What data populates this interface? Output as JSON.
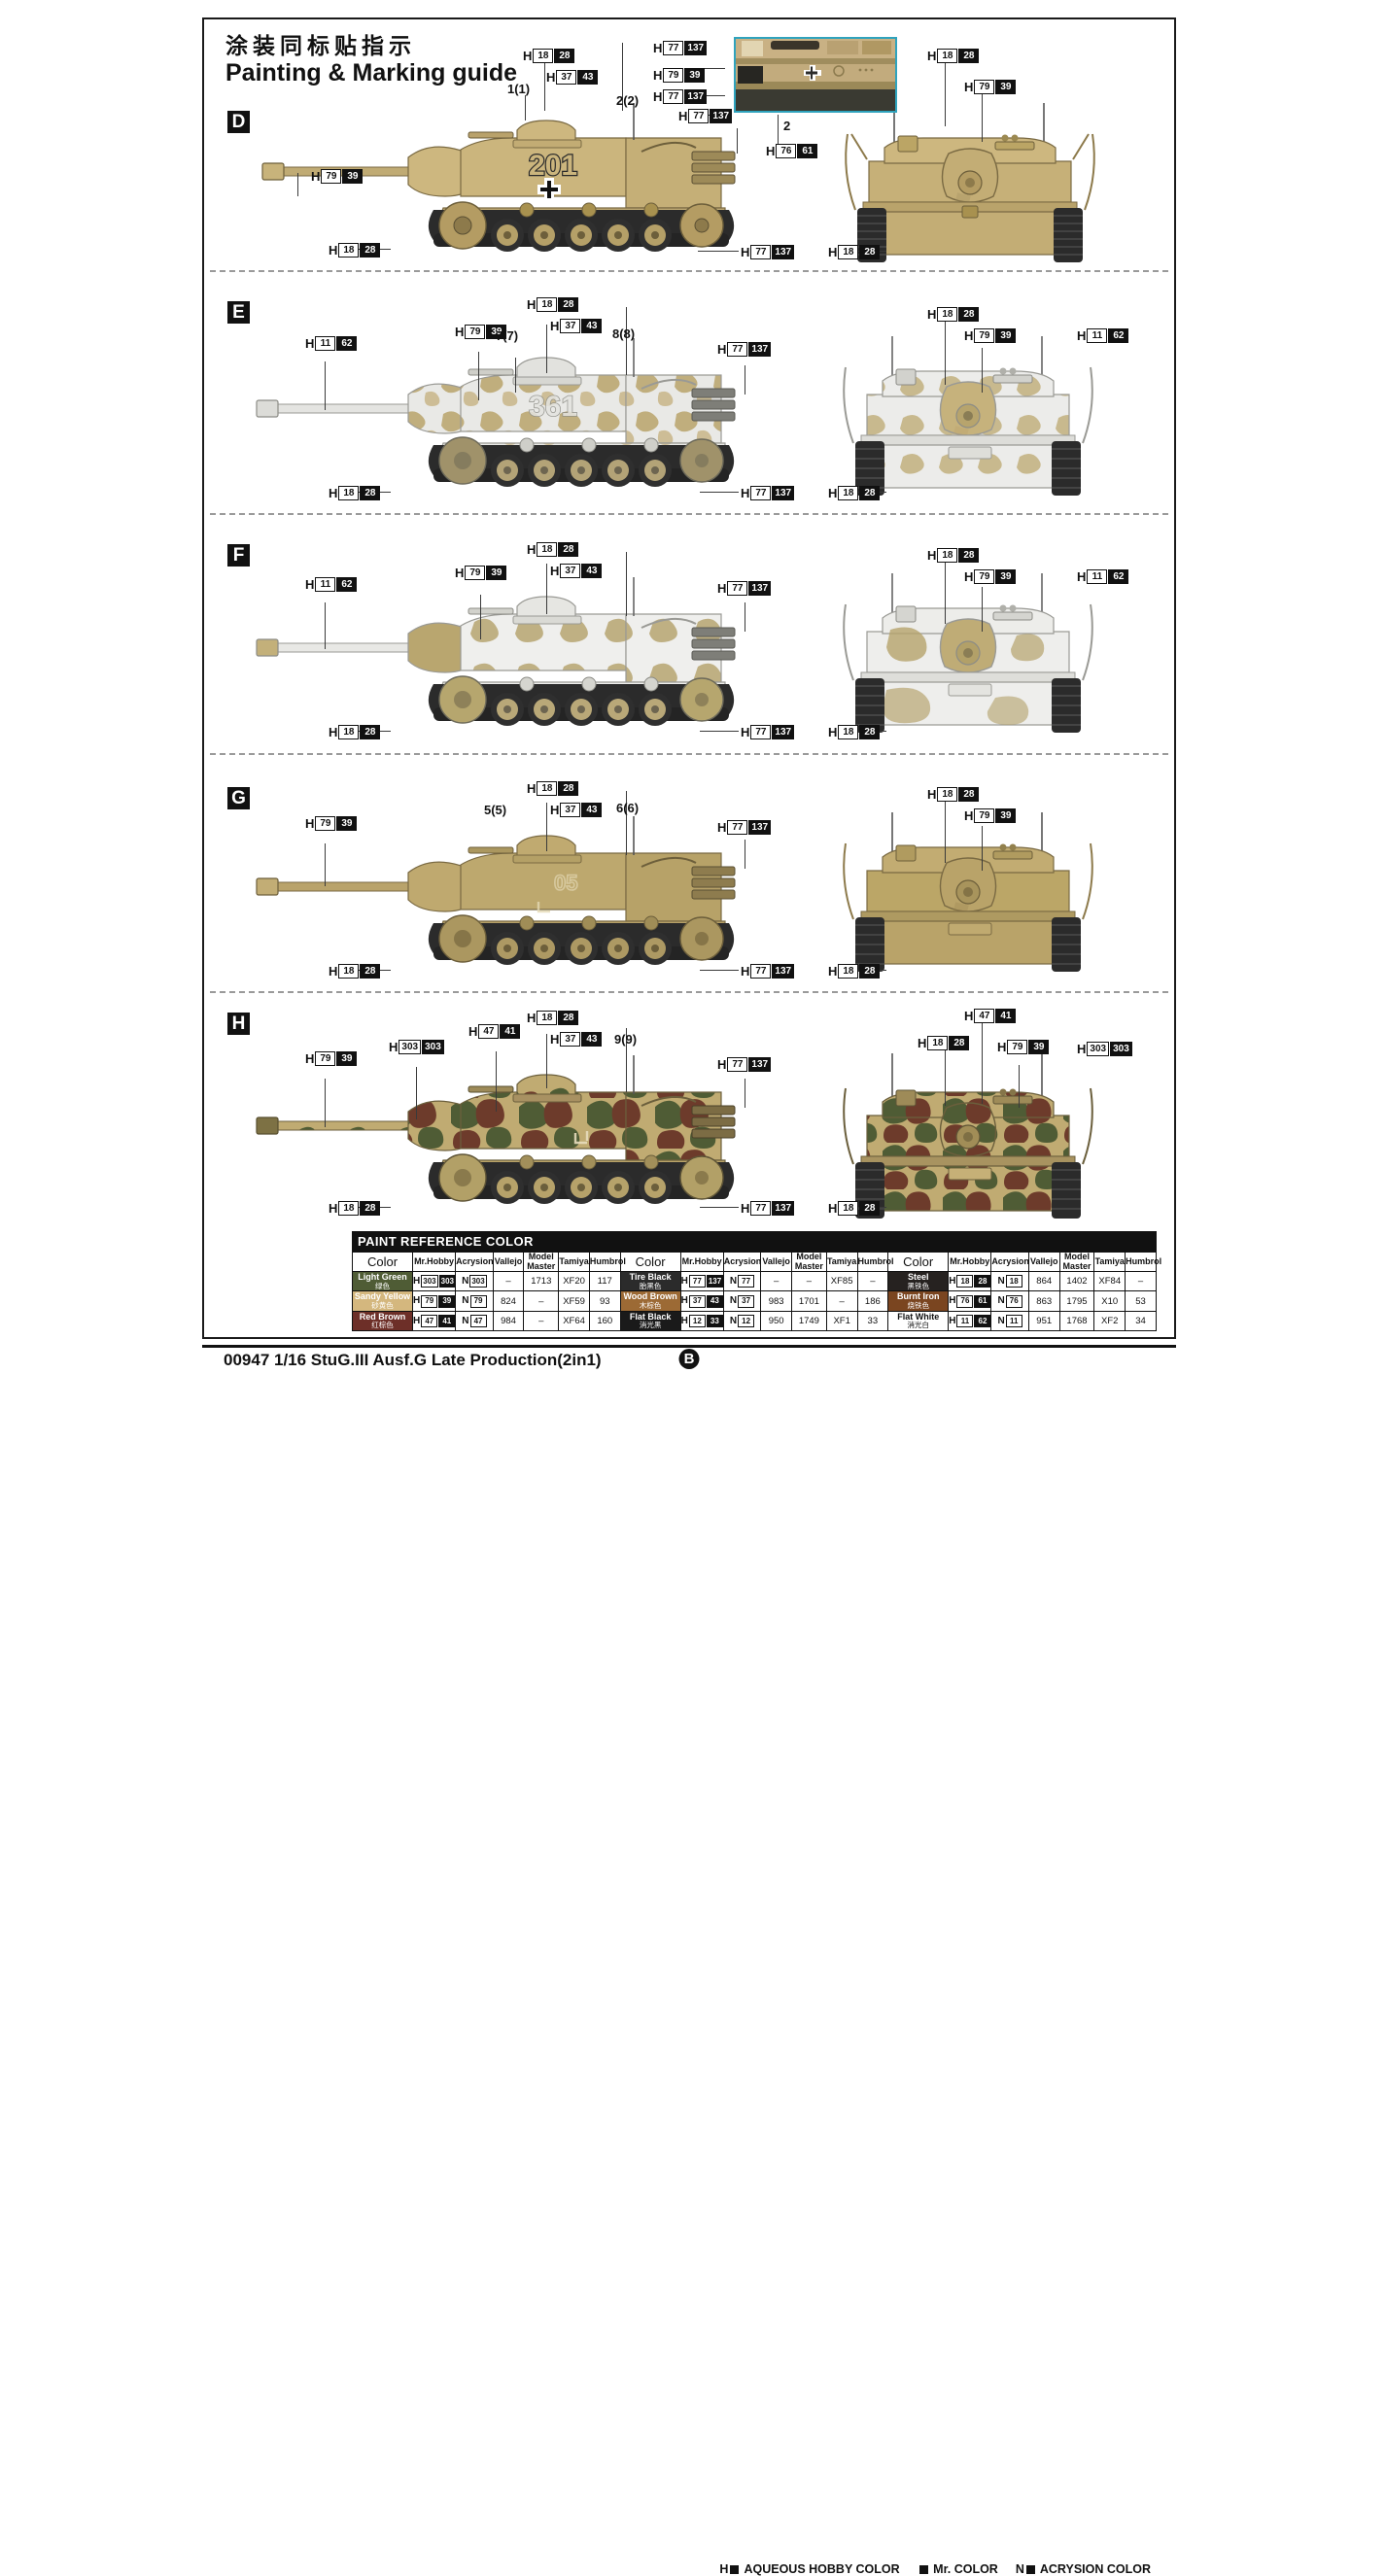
{
  "header": {
    "title_cn": "涂装同标贴指示",
    "title_en": "Painting & Marking guide"
  },
  "panels": [
    {
      "letter": "D",
      "scheme": "dark-yellow",
      "marking": "201",
      "side_labels": [
        {
          "h": "H",
          "white": "79",
          "black": "39"
        },
        {
          "h": "H",
          "white": "18",
          "black": "28"
        },
        {
          "h": "H",
          "white": "37",
          "black": "43"
        },
        {
          "h": "H",
          "white": "77",
          "black": "137"
        },
        {
          "h": "H",
          "white": "18",
          "black": "28"
        },
        {
          "h": "H",
          "white": "77",
          "black": "137"
        }
      ],
      "part_labels": [
        "1(1)",
        "2(2)"
      ],
      "front_labels": [
        {
          "h": "H",
          "white": "18",
          "black": "28"
        },
        {
          "h": "H",
          "white": "79",
          "black": "39"
        },
        {
          "h": "H",
          "white": "18",
          "black": "28"
        }
      ]
    },
    {
      "letter": "E",
      "scheme": "winter-whitewash",
      "marking": "361",
      "side_labels": [
        {
          "h": "H",
          "white": "11",
          "black": "62"
        },
        {
          "h": "H",
          "white": "79",
          "black": "39"
        },
        {
          "h": "H",
          "white": "18",
          "black": "28"
        },
        {
          "h": "H",
          "white": "37",
          "black": "43"
        },
        {
          "h": "H",
          "white": "77",
          "black": "137"
        },
        {
          "h": "H",
          "white": "18",
          "black": "28"
        },
        {
          "h": "H",
          "white": "77",
          "black": "137"
        }
      ],
      "part_labels": [
        "7(7)",
        "8(8)"
      ],
      "front_labels": [
        {
          "h": "H",
          "white": "18",
          "black": "28"
        },
        {
          "h": "H",
          "white": "79",
          "black": "39"
        },
        {
          "h": "H",
          "white": "11",
          "black": "62"
        },
        {
          "h": "H",
          "white": "18",
          "black": "28"
        }
      ]
    },
    {
      "letter": "F",
      "scheme": "winter-whitewash",
      "marking": "",
      "side_labels": [
        {
          "h": "H",
          "white": "11",
          "black": "62"
        },
        {
          "h": "H",
          "white": "79",
          "black": "39"
        },
        {
          "h": "H",
          "white": "18",
          "black": "28"
        },
        {
          "h": "H",
          "white": "37",
          "black": "43"
        },
        {
          "h": "H",
          "white": "77",
          "black": "137"
        },
        {
          "h": "H",
          "white": "18",
          "black": "28"
        },
        {
          "h": "H",
          "white": "77",
          "black": "137"
        }
      ],
      "part_labels": [],
      "front_labels": [
        {
          "h": "H",
          "white": "18",
          "black": "28"
        },
        {
          "h": "H",
          "white": "79",
          "black": "39"
        },
        {
          "h": "H",
          "white": "11",
          "black": "62"
        },
        {
          "h": "H",
          "white": "18",
          "black": "28"
        }
      ]
    },
    {
      "letter": "G",
      "scheme": "dark-yellow",
      "marking": "",
      "side_labels": [
        {
          "h": "H",
          "white": "79",
          "black": "39"
        },
        {
          "h": "H",
          "white": "18",
          "black": "28"
        },
        {
          "h": "H",
          "white": "37",
          "black": "43"
        },
        {
          "h": "H",
          "white": "77",
          "black": "137"
        },
        {
          "h": "H",
          "white": "18",
          "black": "28"
        },
        {
          "h": "H",
          "white": "77",
          "black": "137"
        }
      ],
      "part_labels": [
        "5(5)",
        "6(6)"
      ],
      "front_labels": [
        {
          "h": "H",
          "white": "18",
          "black": "28"
        },
        {
          "h": "H",
          "white": "79",
          "black": "39"
        },
        {
          "h": "H",
          "white": "18",
          "black": "28"
        }
      ]
    },
    {
      "letter": "H",
      "scheme": "three-tone-camo",
      "marking": "",
      "side_labels": [
        {
          "h": "H",
          "white": "79",
          "black": "39"
        },
        {
          "h": "H",
          "white": "303",
          "black": "303"
        },
        {
          "h": "H",
          "white": "47",
          "black": "41"
        },
        {
          "h": "H",
          "white": "18",
          "black": "28"
        },
        {
          "h": "H",
          "white": "37",
          "black": "43"
        },
        {
          "h": "H",
          "white": "77",
          "black": "137"
        },
        {
          "h": "H",
          "white": "18",
          "black": "28"
        },
        {
          "h": "H",
          "white": "77",
          "black": "137"
        }
      ],
      "part_labels": [
        "9(9)"
      ],
      "front_labels": [
        {
          "h": "H",
          "white": "47",
          "black": "41"
        },
        {
          "h": "H",
          "white": "18",
          "black": "28"
        },
        {
          "h": "H",
          "white": "79",
          "black": "39"
        },
        {
          "h": "H",
          "white": "303",
          "black": "303"
        },
        {
          "h": "H",
          "white": "18",
          "black": "28"
        }
      ]
    }
  ],
  "inset": {
    "labels": [
      {
        "h": "H",
        "white": "77",
        "black": "137"
      },
      {
        "h": "H",
        "white": "79",
        "black": "39"
      },
      {
        "h": "H",
        "white": "77",
        "black": "137"
      },
      {
        "h": "H",
        "white": "76",
        "black": "61"
      }
    ],
    "part_label": "2",
    "border_color": "#2fa3bd"
  },
  "paint_table": {
    "title": "PAINT  REFERENCE COLOR",
    "columns": [
      "Color",
      "Mr.Hobby",
      "Acrysion",
      "Vallejo",
      "Model Master",
      "Tamiya",
      "Humbrol"
    ],
    "groups": [
      {
        "rows": [
          {
            "name": "Light Green",
            "name_cn": "绿色",
            "swatch": "#4f5c35",
            "text_color": "#ffffff",
            "hobby": {
              "h": "H",
              "white": "303",
              "black": "303"
            },
            "acrysion": {
              "n": "N",
              "white": "303"
            },
            "vallejo": "–",
            "model_master": "1713",
            "tamiya": "XF20",
            "humbrol": "117"
          },
          {
            "name": "Sandy Yellow",
            "name_cn": "砂黄色",
            "swatch": "#d4b77e",
            "text_color": "#ffffff",
            "hobby": {
              "h": "H",
              "white": "79",
              "black": "39"
            },
            "acrysion": {
              "n": "N",
              "white": "79"
            },
            "vallejo": "824",
            "model_master": "–",
            "tamiya": "XF59",
            "humbrol": "93"
          },
          {
            "name": "Red Brown",
            "name_cn": "红棕色",
            "swatch": "#6d2f28",
            "text_color": "#ffffff",
            "hobby": {
              "h": "H",
              "white": "47",
              "black": "41"
            },
            "acrysion": {
              "n": "N",
              "white": "47"
            },
            "vallejo": "984",
            "model_master": "–",
            "tamiya": "XF64",
            "humbrol": "160"
          }
        ]
      },
      {
        "rows": [
          {
            "name": "Tire Black",
            "name_cn": "胎黑色",
            "swatch": "#2b2b2b",
            "text_color": "#ffffff",
            "hobby": {
              "h": "H",
              "white": "77",
              "black": "137"
            },
            "acrysion": {
              "n": "N",
              "white": "77"
            },
            "vallejo": "–",
            "model_master": "–",
            "tamiya": "XF85",
            "humbrol": "–"
          },
          {
            "name": "Wood Brown",
            "name_cn": "木棕色",
            "swatch": "#9c6a35",
            "text_color": "#ffffff",
            "hobby": {
              "h": "H",
              "white": "37",
              "black": "43"
            },
            "acrysion": {
              "n": "N",
              "white": "37"
            },
            "vallejo": "983",
            "model_master": "1701",
            "tamiya": "–",
            "humbrol": "186"
          },
          {
            "name": "Flat Black",
            "name_cn": "消光黑",
            "swatch": "#1a1a1a",
            "text_color": "#ffffff",
            "hobby": {
              "h": "H",
              "white": "12",
              "black": "33"
            },
            "acrysion": {
              "n": "N",
              "white": "12"
            },
            "vallejo": "950",
            "model_master": "1749",
            "tamiya": "XF1",
            "humbrol": "33"
          }
        ]
      },
      {
        "rows": [
          {
            "name": "Steel",
            "name_cn": "黑铁色",
            "swatch": "#262220",
            "text_color": "#ffffff",
            "hobby": {
              "h": "H",
              "white": "18",
              "black": "28"
            },
            "acrysion": {
              "n": "N",
              "white": "18"
            },
            "vallejo": "864",
            "model_master": "1402",
            "tamiya": "XF84",
            "humbrol": "–"
          },
          {
            "name": "Burnt Iron",
            "name_cn": "烧铁色",
            "swatch": "#7a4520",
            "text_color": "#ffffff",
            "hobby": {
              "h": "H",
              "white": "76",
              "black": "61"
            },
            "acrysion": {
              "n": "N",
              "white": "76"
            },
            "vallejo": "863",
            "model_master": "1795",
            "tamiya": "X10",
            "humbrol": "53"
          },
          {
            "name": "Flat White",
            "name_cn": "消光白",
            "swatch": "#ffffff",
            "text_color": "#111111",
            "hobby": {
              "h": "H",
              "white": "11",
              "black": "62"
            },
            "acrysion": {
              "n": "N",
              "white": "11"
            },
            "vallejo": "951",
            "model_master": "1768",
            "tamiya": "XF2",
            "humbrol": "34"
          }
        ]
      }
    ]
  },
  "legend": [
    {
      "prefix": "H",
      "label": "AQUEOUS HOBBY COLOR"
    },
    {
      "prefix": "",
      "label": "Mr. COLOR"
    },
    {
      "prefix": "N",
      "label": "ACRYSION COLOR"
    }
  ],
  "footer": {
    "kit": "00947 1/16 StuG.III Ausf.G Late Production(2in1)",
    "page": "B"
  }
}
